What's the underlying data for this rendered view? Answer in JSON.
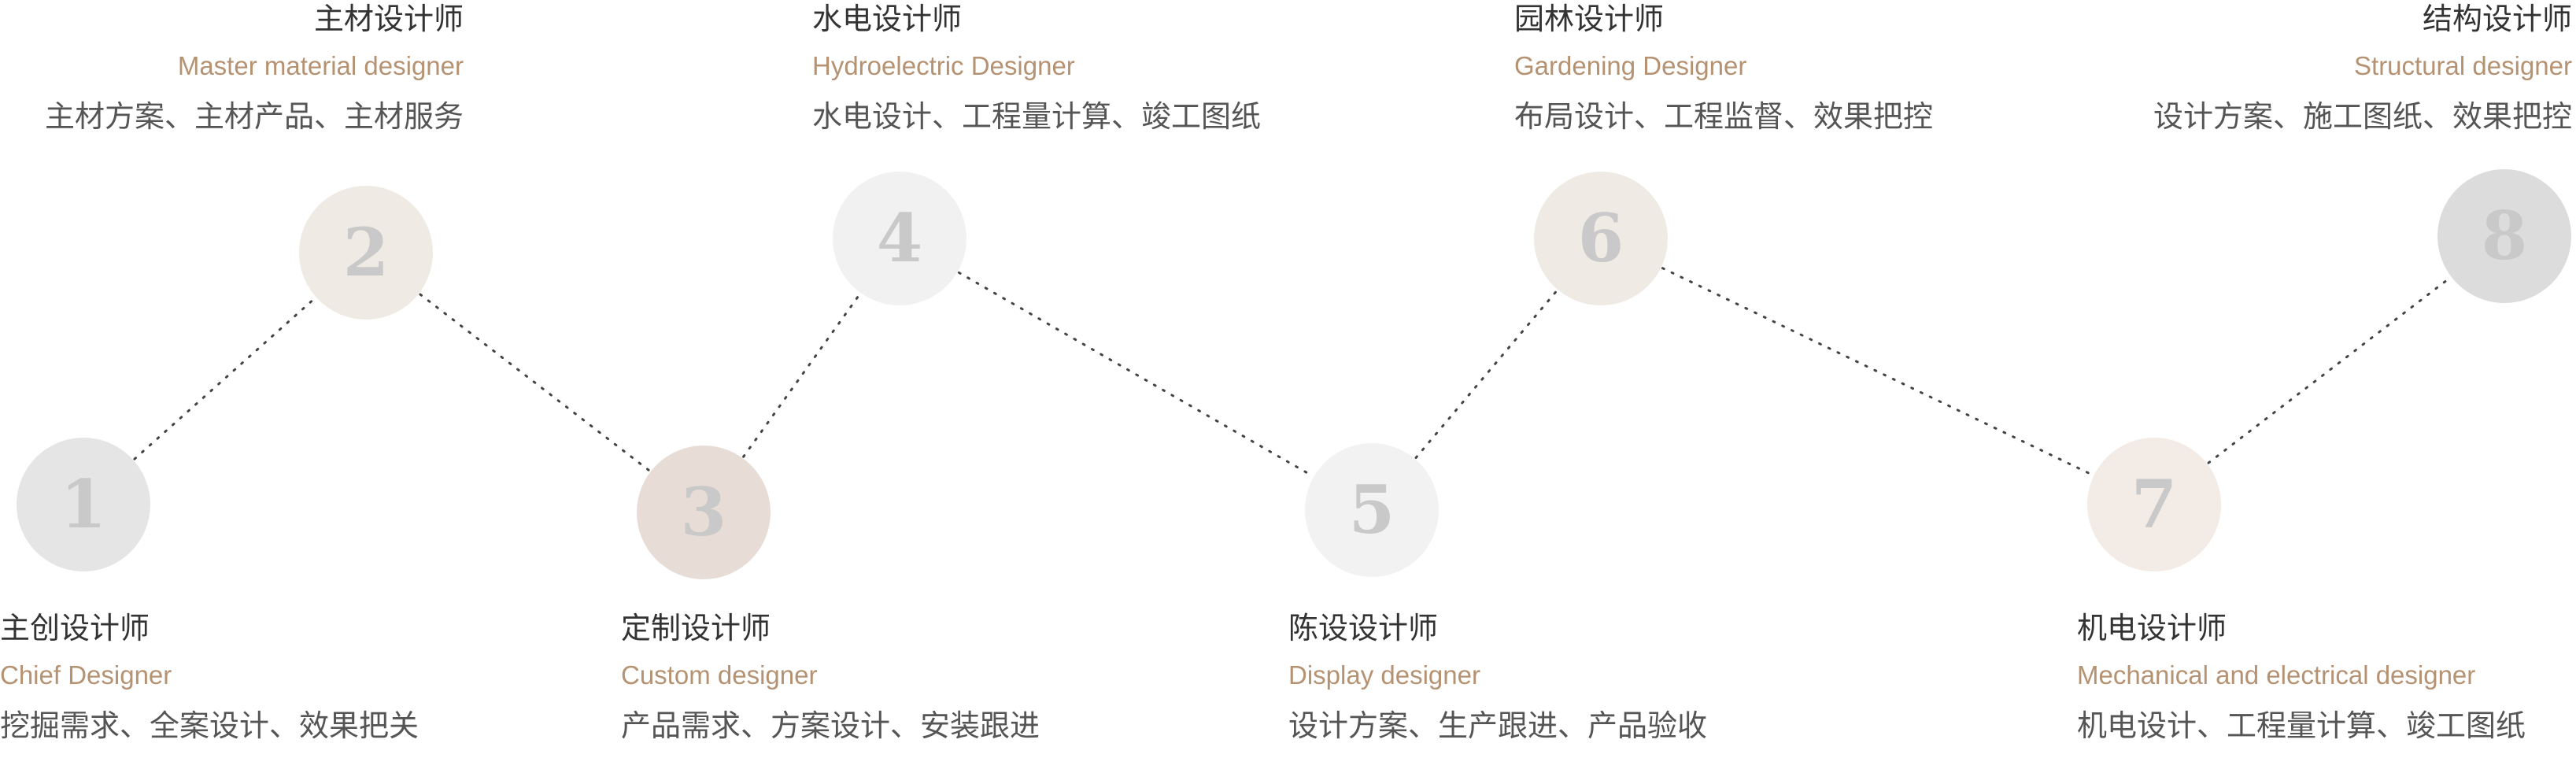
{
  "steps": [
    {
      "num": "1",
      "title": "主创设计师",
      "en": "Chief Designer",
      "desc": "挖掘需求、全案设计、效果把关",
      "color": "#e5e5e5"
    },
    {
      "num": "2",
      "title": "主材设计师",
      "en": "Master material designer",
      "desc": "主材方案、主材产品、主材服务",
      "color": "#efebe4"
    },
    {
      "num": "3",
      "title": "定制设计师",
      "en": "Custom designer",
      "desc": "产品需求、方案设计、安装跟进",
      "color": "#e7ddd6"
    },
    {
      "num": "4",
      "title": "水电设计师",
      "en": "Hydroelectric Designer",
      "desc": "水电设计、工程量计算、竣工图纸",
      "color": "#f1f1f1"
    },
    {
      "num": "5",
      "title": "陈设设计师",
      "en": "Display designer",
      "desc": "设计方案、生产跟进、产品验收",
      "color": "#f2f2f2"
    },
    {
      "num": "6",
      "title": "园林设计师",
      "en": "Gardening Designer",
      "desc": "布局设计、工程监督、效果把控",
      "color": "#efebe4"
    },
    {
      "num": "7",
      "title": "机电设计师",
      "en": "Mechanical and electrical designer",
      "desc": "机电设计、工程量计算、竣工图纸",
      "color": "#f3ebe5"
    },
    {
      "num": "8",
      "title": "结构设计师",
      "en": "Structural designer",
      "desc": "设计方案、施工图纸、效果把控",
      "color": "#dcdcdc"
    }
  ]
}
